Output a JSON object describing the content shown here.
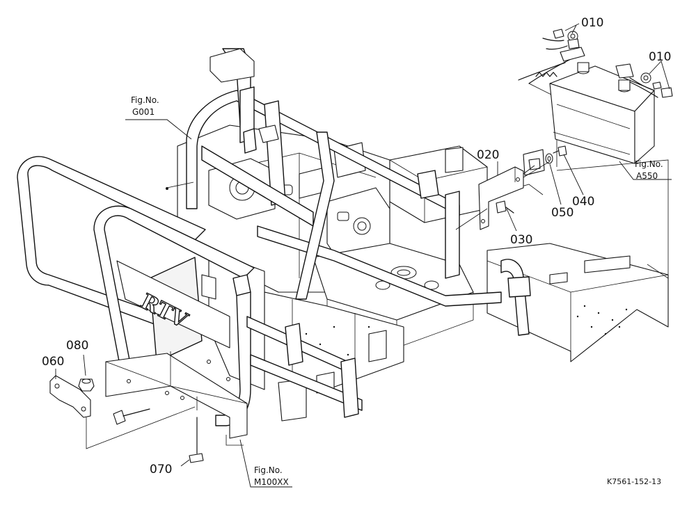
{
  "diagram": {
    "fig_refs": {
      "g001": {
        "line1": "Fig.No.",
        "line2": "G001"
      },
      "a550": {
        "line1": "Fig.No.",
        "line2": "A550"
      },
      "m100xx": {
        "line1": "Fig.No.",
        "line2": "M100XX"
      }
    },
    "parts": {
      "p010a": "010",
      "p010b": "010",
      "p020": "020",
      "p030": "030",
      "p040": "040",
      "p050": "050",
      "p060": "060",
      "p070": "070",
      "p080": "080"
    },
    "bumper_emblem": "RTV",
    "drawing_code": "K7561-152-13"
  }
}
